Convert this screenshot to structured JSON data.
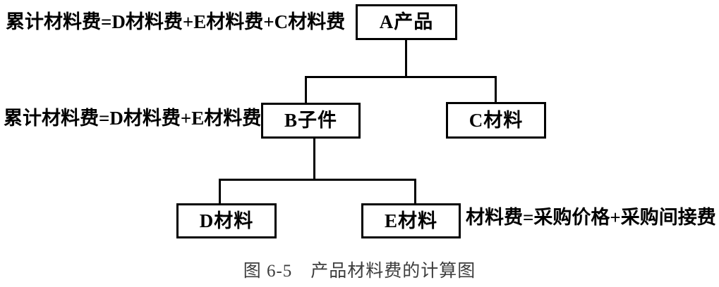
{
  "figure": {
    "nodes": {
      "a": {
        "label": "A产品"
      },
      "b": {
        "label": "B子件"
      },
      "c": {
        "label": "C材料"
      },
      "d": {
        "label": "D材料"
      },
      "e": {
        "label": "E材料"
      }
    },
    "annotations": {
      "top_left": "累计材料费=D材料费+E材料费+C材料费",
      "mid_left": "累计材料费=D材料费+E材料费",
      "bottom_right": "材料费=采购价格+采购间接费"
    },
    "caption": "图 6-5　产品材料费的计算图",
    "colors": {
      "line": "#000000",
      "text": "#000000",
      "caption": "#3d3d3d",
      "background": "#ffffff"
    },
    "chart_data": {
      "type": "table",
      "structure": "tree",
      "edges": [
        {
          "from": "A产品",
          "to": "B子件"
        },
        {
          "from": "A产品",
          "to": "C材料"
        },
        {
          "from": "B子件",
          "to": "D材料"
        },
        {
          "from": "B子件",
          "to": "E材料"
        }
      ]
    }
  }
}
